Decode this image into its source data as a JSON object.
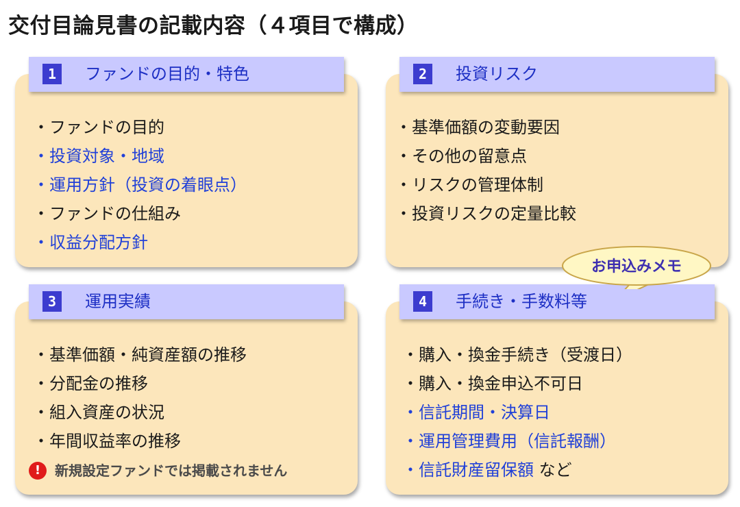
{
  "title": "交付目論見書の記載内容（４項目で構成）",
  "sections": [
    {
      "number": "1",
      "title": "ファンドの目的・特色",
      "items": [
        "・ファンドの目的",
        "・投資対象・地域",
        "・運用方針（投資の着眼点）",
        "・ファンドの仕組み",
        "・収益分配方針"
      ]
    },
    {
      "number": "2",
      "title": "投資リスク",
      "items": [
        "・基準価額の変動要因",
        "・その他の留意点",
        "・リスクの管理体制",
        "・投資リスクの定量比較"
      ]
    },
    {
      "number": "3",
      "title": "運用実績",
      "items": [
        "・基準価額・純資産額の推移",
        "・分配金の推移",
        "・組入資産の状況",
        "・年間収益率の推移"
      ],
      "note": "新規設定ファンドでは掲載されません",
      "note_icon": "!"
    },
    {
      "number": "4",
      "title": "手続き・手数料等",
      "items": [
        "・購入・換金手続き（受渡日）",
        "・購入・換金申込不可日",
        "・信託期間・決算日",
        "・運用管理費用（信託報酬）",
        "・信託財産留保額"
      ],
      "last_suffix": " など"
    }
  ],
  "bubble": "お申込みメモ",
  "colors": {
    "card_bg": "#fce6bb",
    "tab_bg": "#c9c9ff",
    "number_bg": "#3c3ccf",
    "heading_text": "#1d2fc4",
    "link_text": "#2040d8",
    "bubble_bg": "#fff7c4",
    "bubble_text": "#3d2fb0",
    "warning": "#e01b1b"
  }
}
